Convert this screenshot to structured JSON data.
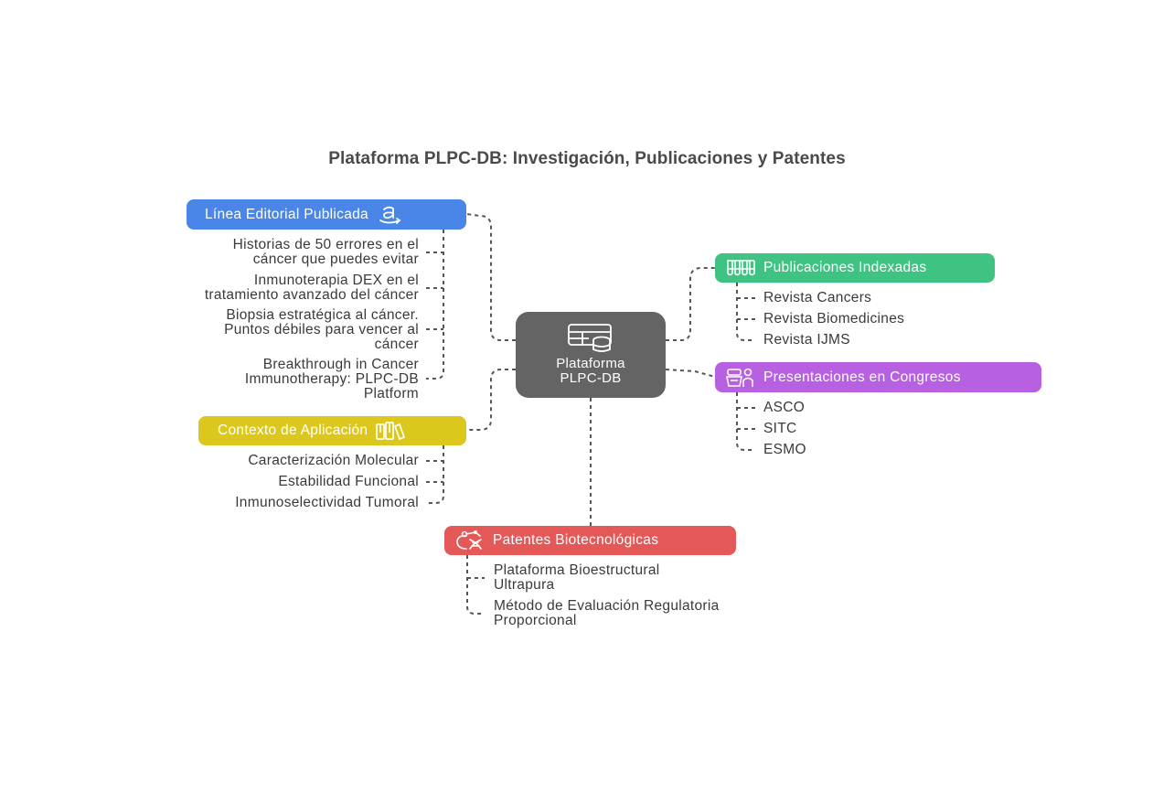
{
  "title": "Plataforma PLPC-DB: Investigación, Publicaciones y Patentes",
  "center": {
    "line1": "Plataforma",
    "line2": "PLPC-DB",
    "icon": "table-database-icon",
    "color": "#646464"
  },
  "branches": {
    "editorial": {
      "label": "Línea Editorial Publicada",
      "icon": "amazon-icon",
      "color": "#4a86e8",
      "items": [
        {
          "line1": "Historias de 50 errores en el",
          "line2": "cáncer que puedes evitar"
        },
        {
          "line1": "Inmunoterapia DEX en el",
          "line2": "tratamiento avanzado del cáncer"
        },
        {
          "line1": "Biopsia estratégica al cáncer.",
          "line2": "Puntos débiles para vencer al",
          "line3": "cáncer"
        },
        {
          "line1": "Breakthrough in Cancer",
          "line2": "Immunotherapy: PLPC-DB",
          "line3": "Platform"
        }
      ]
    },
    "contexto": {
      "label": "Contexto de Aplicación",
      "icon": "books-icon",
      "color": "#dcc81c",
      "items": [
        {
          "line1": "Caracterización Molecular"
        },
        {
          "line1": "Estabilidad Funcional"
        },
        {
          "line1": "Inmunoselectividad Tumoral"
        }
      ]
    },
    "publicaciones": {
      "label": "Publicaciones Indexadas",
      "icon": "test-tubes-icon",
      "color": "#3ec382",
      "items": [
        {
          "line1": "Revista Cancers"
        },
        {
          "line1": "Revista Biomedicines"
        },
        {
          "line1": "Revista IJMS"
        }
      ]
    },
    "congresos": {
      "label": "Presentaciones en Congresos",
      "icon": "speaker-podium-icon",
      "color": "#b860e2",
      "items": [
        {
          "line1": "ASCO"
        },
        {
          "line1": "SITC"
        },
        {
          "line1": "ESMO"
        }
      ]
    },
    "patentes": {
      "label": "Patentes Biotecnológicas",
      "icon": "biotech-dna-icon",
      "color": "#e45858",
      "items": [
        {
          "line1": "Plataforma Bioestructural",
          "line2": "Ultrapura"
        },
        {
          "line1": "Método de Evaluación Regulatoria",
          "line2": "Proporcional"
        }
      ]
    }
  }
}
